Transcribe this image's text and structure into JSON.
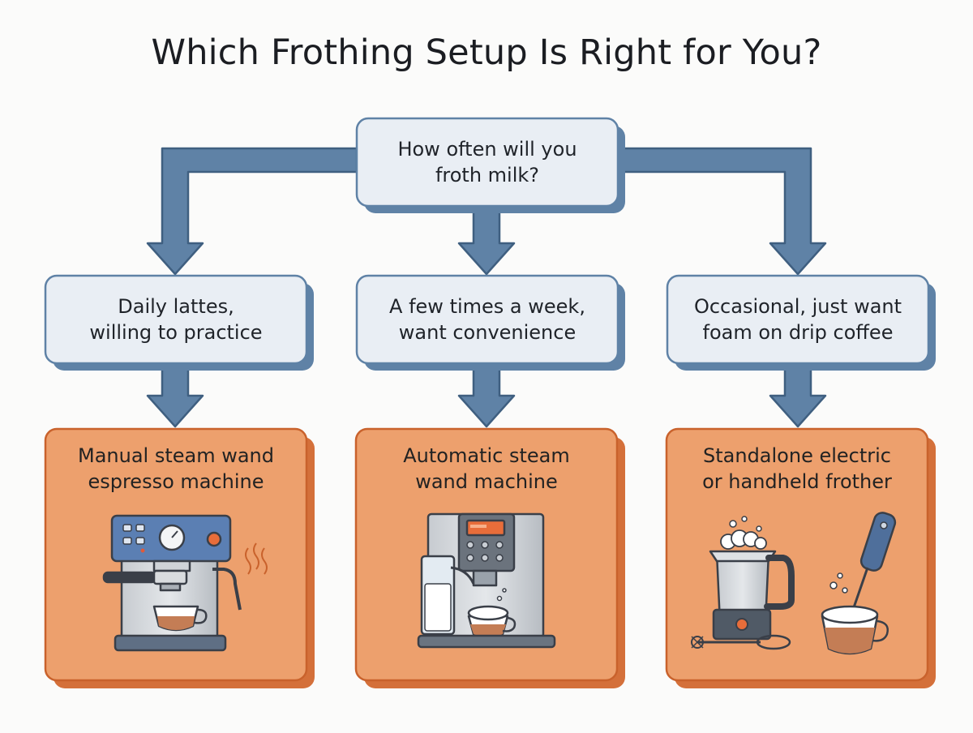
{
  "title": "Which Frothing Setup Is Right for You?",
  "question": {
    "line1": "How often will you",
    "line2": "froth milk?"
  },
  "options": [
    {
      "condition": {
        "line1": "Daily lattes,",
        "line2": "willing to practice"
      },
      "result": {
        "line1": "Manual steam wand",
        "line2": "espresso machine"
      },
      "illustration": "manual-espresso-machine-icon"
    },
    {
      "condition": {
        "line1": "A few times a week,",
        "line2": "want convenience"
      },
      "result": {
        "line1": "Automatic steam",
        "line2": "wand machine"
      },
      "illustration": "automatic-espresso-machine-icon"
    },
    {
      "condition": {
        "line1": "Occasional, just want",
        "line2": "foam on drip coffee"
      },
      "result": {
        "line1": "Standalone electric",
        "line2": "or handheld frother"
      },
      "illustration": "electric-and-handheld-frother-icon"
    }
  ],
  "colors": {
    "connector": "#5f82a6",
    "connector_outline": "#3f5f80",
    "question_fill": "#e9eef4",
    "condition_fill": "#e9eef4",
    "box_border": "#5f82a6",
    "card_fill": "#eda06d",
    "card_border": "#c9622c",
    "card_shadow": "#d4703a"
  }
}
